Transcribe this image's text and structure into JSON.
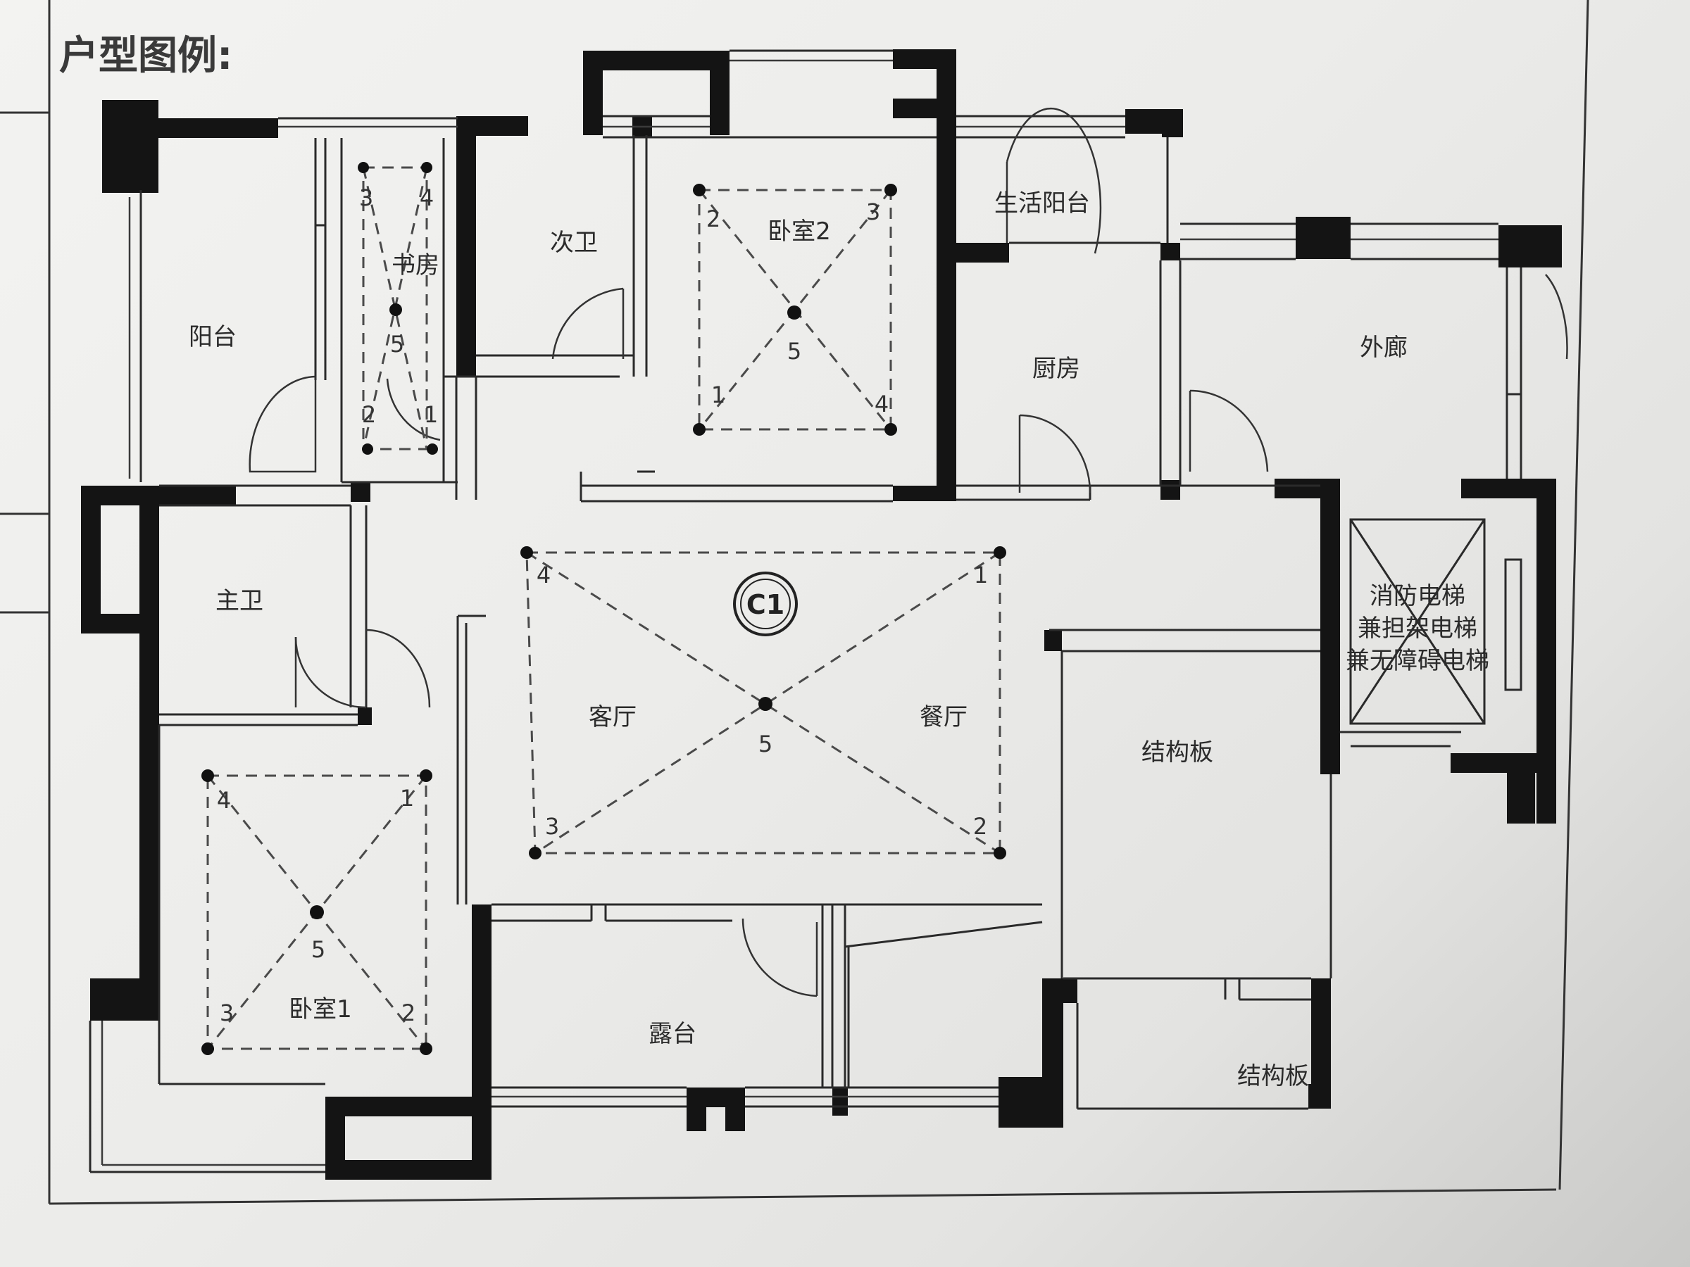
{
  "legend_title": "户型图例:",
  "rooms": {
    "yangtai": "阳台",
    "chufang_small": "书房",
    "ciwei": "次卫",
    "woshi2": "卧室2",
    "shenghuo_yangtai": "生活阳台",
    "waidan": "外廊",
    "chufang": "厨房",
    "zhuwei": "主卫",
    "keting": "客厅",
    "canting": "餐厅",
    "jiegouban_1": "结构板",
    "jiegouban_2": "结构板",
    "woshi1": "卧室1",
    "lutai": "露台"
  },
  "elevator_lines": [
    "消防电梯",
    "兼担架电梯",
    "兼无障碍电梯"
  ],
  "mark_c1": "C1",
  "points": {
    "p1": "1",
    "p2": "2",
    "p3": "3",
    "p4": "4",
    "p5": "5"
  }
}
